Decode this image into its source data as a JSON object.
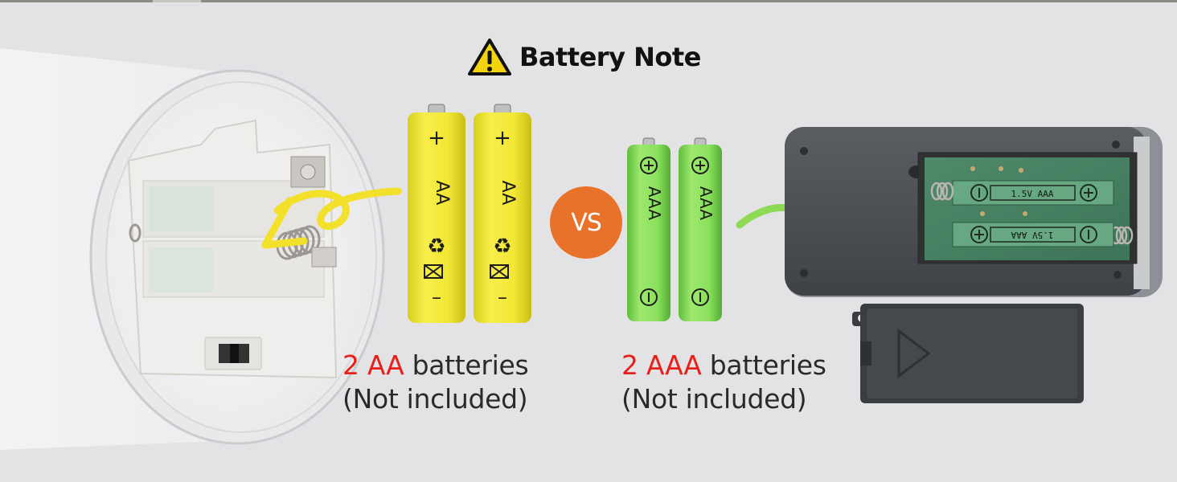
{
  "title": {
    "text": "Battery Note",
    "icon": "warning-icon",
    "icon_color": "#f4d40e"
  },
  "vs_badge": {
    "text": "VS",
    "color": "#e8722a"
  },
  "aa_section": {
    "count_type": "2 AA",
    "word": "batteries",
    "note": "(Not included)",
    "battery_label": "AA",
    "plus_sign": "+",
    "minus_sign": "–",
    "battery_color": "#f1e632",
    "quantity": 2
  },
  "aaa_section": {
    "count_type": "2 AAA",
    "word": "batteries",
    "note": "(Not included)",
    "battery_label": "AAA",
    "battery_color": "#7fd957",
    "quantity": 2
  },
  "remote_compartment": {
    "slot_label_top": "1.5V AAA",
    "slot_label_bottom": "1.5V AAA"
  },
  "colors": {
    "highlight_red": "#e8201b",
    "arrow_yellow": "#f2e02a",
    "arrow_green": "#8fda55"
  }
}
